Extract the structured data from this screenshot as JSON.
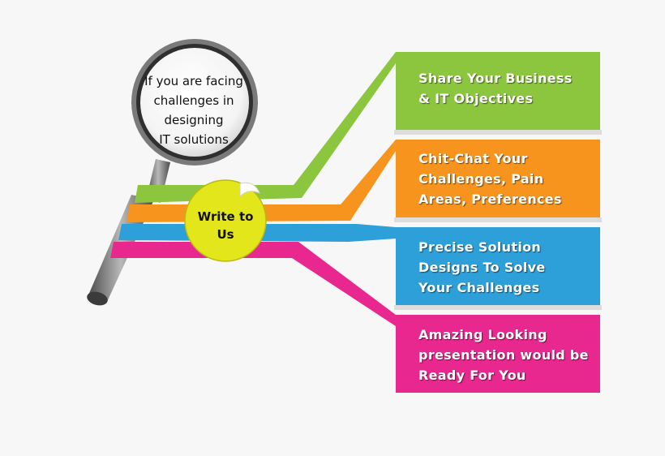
{
  "lens": {
    "lines": [
      "If you are facing",
      "challenges in",
      "designing",
      "IT solutions"
    ]
  },
  "sticker": {
    "lines": [
      "Write to",
      "Us"
    ]
  },
  "panels": [
    {
      "color": "#8cc63f",
      "lines": [
        "Share Your Business",
        "& IT Objectives"
      ]
    },
    {
      "color": "#f7941d",
      "lines": [
        "Chit-Chat Your",
        "Challenges, Pain",
        "Areas, Preferences"
      ]
    },
    {
      "color": "#2d9fd9",
      "lines": [
        "Precise Solution",
        "Designs To Solve",
        "Your Challenges"
      ]
    },
    {
      "color": "#e8288e",
      "lines": [
        "Amazing Looking",
        "presentation would be",
        "Ready For You"
      ]
    }
  ],
  "colors": {
    "sticker": "#e4e61c",
    "lens_rim": "#333333",
    "handle": "#6f6f6f"
  },
  "icons": {
    "magnifier": "magnifying-glass-icon",
    "sticker": "peeling-sticker-icon"
  }
}
